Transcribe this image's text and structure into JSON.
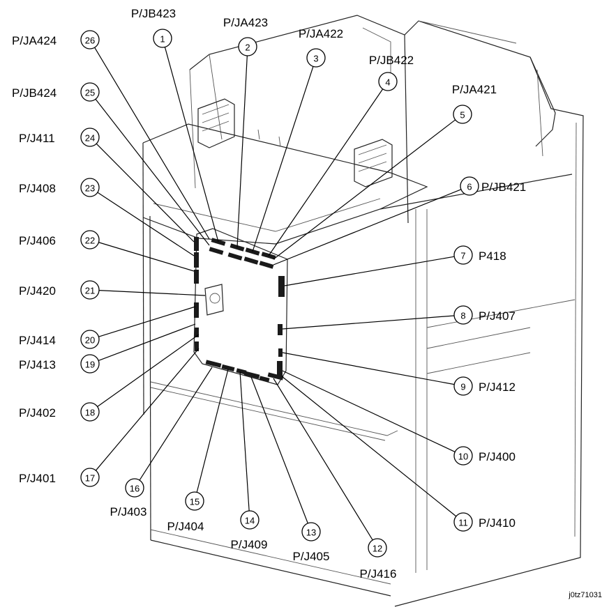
{
  "figure_code": "j0tz71031",
  "callouts": [
    {
      "num": "1",
      "label": "P/JB423"
    },
    {
      "num": "2",
      "label": "P/JA423"
    },
    {
      "num": "3",
      "label": "P/JA422"
    },
    {
      "num": "4",
      "label": "P/JB422"
    },
    {
      "num": "5",
      "label": "P/JA421"
    },
    {
      "num": "6",
      "label": "P/JB421"
    },
    {
      "num": "7",
      "label": "P418"
    },
    {
      "num": "8",
      "label": "P/J407"
    },
    {
      "num": "9",
      "label": "P/J412"
    },
    {
      "num": "10",
      "label": "P/J400"
    },
    {
      "num": "11",
      "label": "P/J410"
    },
    {
      "num": "12",
      "label": "P/J416"
    },
    {
      "num": "13",
      "label": "P/J405"
    },
    {
      "num": "14",
      "label": "P/J409"
    },
    {
      "num": "15",
      "label": "P/J404"
    },
    {
      "num": "16",
      "label": "P/J403"
    },
    {
      "num": "17",
      "label": "P/J401"
    },
    {
      "num": "18",
      "label": "P/J402"
    },
    {
      "num": "19",
      "label": "P/J413"
    },
    {
      "num": "20",
      "label": "P/J414"
    },
    {
      "num": "21",
      "label": "P/J420"
    },
    {
      "num": "22",
      "label": "P/J406"
    },
    {
      "num": "23",
      "label": "P/J408"
    },
    {
      "num": "24",
      "label": "P/J411"
    },
    {
      "num": "25",
      "label": "P/JB424"
    },
    {
      "num": "26",
      "label": "P/JA424"
    }
  ]
}
